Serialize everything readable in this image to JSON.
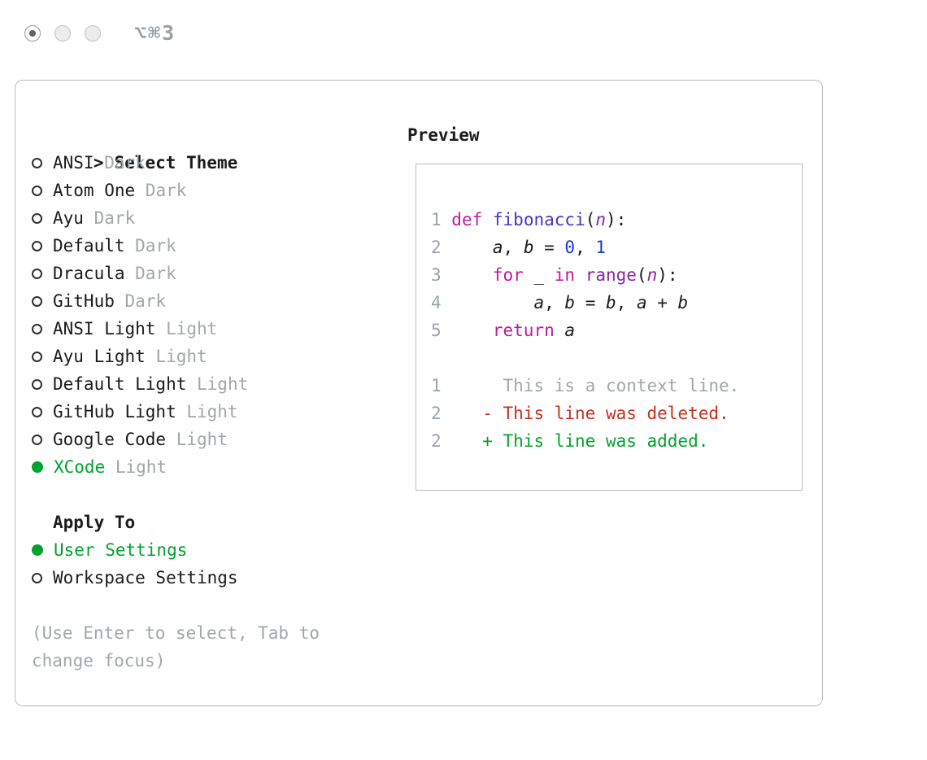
{
  "window": {
    "shortcut": "⌥⌘3"
  },
  "selector": {
    "cursor": ">",
    "title": "Select Theme",
    "items": [
      {
        "name": "ANSI",
        "variant": "Dark",
        "selected": false
      },
      {
        "name": "Atom One",
        "variant": "Dark",
        "selected": false
      },
      {
        "name": "Ayu",
        "variant": "Dark",
        "selected": false
      },
      {
        "name": "Default",
        "variant": "Dark",
        "selected": false
      },
      {
        "name": "Dracula",
        "variant": "Dark",
        "selected": false
      },
      {
        "name": "GitHub",
        "variant": "Dark",
        "selected": false
      },
      {
        "name": "ANSI Light",
        "variant": "Light",
        "selected": false
      },
      {
        "name": "Ayu Light",
        "variant": "Light",
        "selected": false
      },
      {
        "name": "Default Light",
        "variant": "Light",
        "selected": false
      },
      {
        "name": "GitHub Light",
        "variant": "Light",
        "selected": false
      },
      {
        "name": "Google Code",
        "variant": "Light",
        "selected": false
      },
      {
        "name": "XCode",
        "variant": "Light",
        "selected": true
      }
    ]
  },
  "apply": {
    "title": "Apply To",
    "options": [
      {
        "name": "User Settings",
        "selected": true
      },
      {
        "name": "Workspace Settings",
        "selected": false
      }
    ]
  },
  "help": {
    "lines": [
      "(Use Enter to select, Tab to",
      "change focus)"
    ]
  },
  "preview": {
    "title": "Preview",
    "code_lines": [
      {
        "num": "1",
        "tokens": [
          {
            "t": "def",
            "c": "keyword"
          },
          {
            "t": " ",
            "c": "plain"
          },
          {
            "t": "fibonacci",
            "c": "function"
          },
          {
            "t": "(",
            "c": "plain"
          },
          {
            "t": "n",
            "c": "param"
          },
          {
            "t": "):",
            "c": "plain"
          }
        ]
      },
      {
        "num": "2",
        "tokens": [
          {
            "t": "    ",
            "c": "plain"
          },
          {
            "t": "a",
            "c": "var"
          },
          {
            "t": ", ",
            "c": "plain"
          },
          {
            "t": "b",
            "c": "var"
          },
          {
            "t": " = ",
            "c": "plain"
          },
          {
            "t": "0",
            "c": "number"
          },
          {
            "t": ", ",
            "c": "plain"
          },
          {
            "t": "1",
            "c": "number"
          }
        ]
      },
      {
        "num": "3",
        "tokens": [
          {
            "t": "    ",
            "c": "plain"
          },
          {
            "t": "for",
            "c": "keyword"
          },
          {
            "t": " _ ",
            "c": "plain"
          },
          {
            "t": "in",
            "c": "keyword"
          },
          {
            "t": " ",
            "c": "plain"
          },
          {
            "t": "range",
            "c": "builtin"
          },
          {
            "t": "(",
            "c": "plain"
          },
          {
            "t": "n",
            "c": "param"
          },
          {
            "t": "):",
            "c": "plain"
          }
        ]
      },
      {
        "num": "4",
        "tokens": [
          {
            "t": "        ",
            "c": "plain"
          },
          {
            "t": "a",
            "c": "var"
          },
          {
            "t": ", ",
            "c": "plain"
          },
          {
            "t": "b",
            "c": "var"
          },
          {
            "t": " = ",
            "c": "plain"
          },
          {
            "t": "b",
            "c": "var"
          },
          {
            "t": ", ",
            "c": "plain"
          },
          {
            "t": "a",
            "c": "var"
          },
          {
            "t": " + ",
            "c": "plain"
          },
          {
            "t": "b",
            "c": "var"
          }
        ]
      },
      {
        "num": "5",
        "tokens": [
          {
            "t": "    ",
            "c": "plain"
          },
          {
            "t": "return",
            "c": "keyword"
          },
          {
            "t": " ",
            "c": "plain"
          },
          {
            "t": "a",
            "c": "var"
          }
        ]
      }
    ],
    "diff_lines": [
      {
        "num": "1",
        "sign": " ",
        "text": "This is a context line.",
        "kind": "context"
      },
      {
        "num": "2",
        "sign": "-",
        "text": "This line was deleted.",
        "kind": "deleted"
      },
      {
        "num": "2",
        "sign": "+",
        "text": "This line was added.",
        "kind": "added"
      }
    ]
  },
  "colors": {
    "accent_green": "#00a32e",
    "added_green": "#00a32e",
    "keyword_pink": "#c2199c",
    "function_purple": "#4735c2",
    "builtin_purple": "#8a24a8",
    "number_blue": "#1a36cf",
    "deleted_red": "#c43122",
    "muted_gray": "#a2a7ab",
    "line_number_gray": "#98a4ab",
    "border_gray": "#b6bcc2",
    "text_black": "#1b1b1b"
  }
}
